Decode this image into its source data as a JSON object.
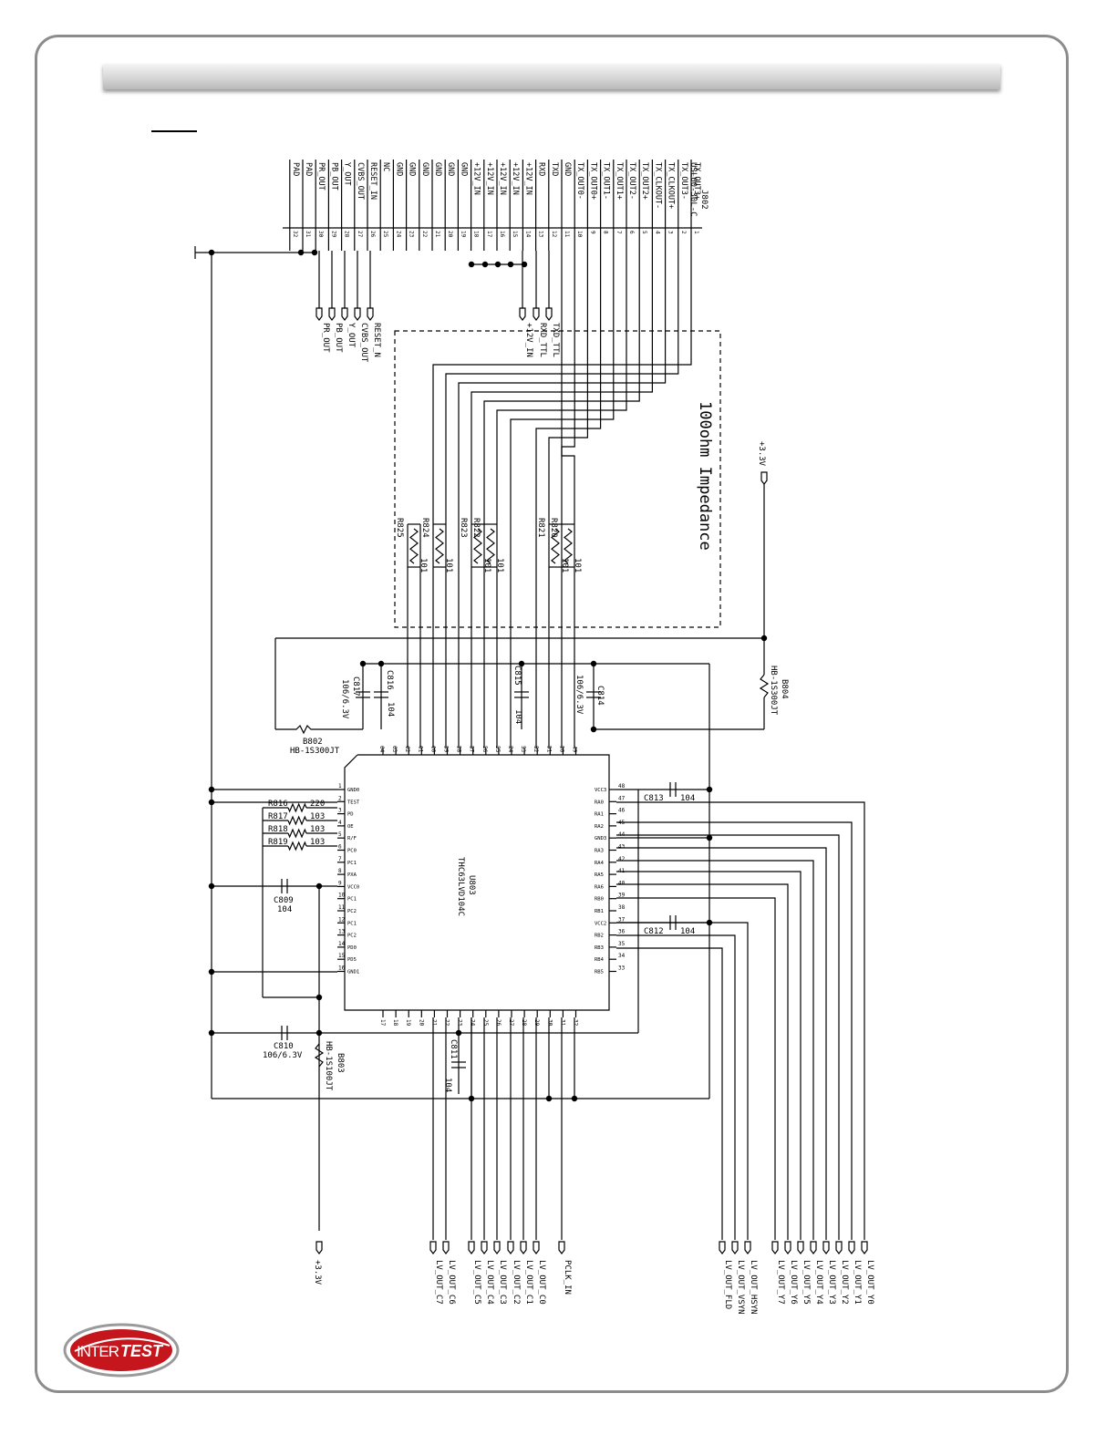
{
  "connector": {
    "ref": "J802",
    "part": "USL00-30L-C",
    "pins": [
      {
        "num": "1",
        "label": "TX_OUT3+"
      },
      {
        "num": "2",
        "label": "TX_OUT3-"
      },
      {
        "num": "3",
        "label": "TX_CLKOUT+"
      },
      {
        "num": "4",
        "label": "TX_CLKOUT-"
      },
      {
        "num": "5",
        "label": "TX_OUT2+"
      },
      {
        "num": "6",
        "label": "TX_OUT2-"
      },
      {
        "num": "7",
        "label": "TX_OUT1+"
      },
      {
        "num": "8",
        "label": "TX_OUT1-"
      },
      {
        "num": "9",
        "label": "TX_OUT0+"
      },
      {
        "num": "10",
        "label": "TX_OUT0-"
      },
      {
        "num": "11",
        "label": "GND"
      },
      {
        "num": "12",
        "label": "TXD"
      },
      {
        "num": "13",
        "label": "RXD"
      },
      {
        "num": "14",
        "label": "+12V_IN"
      },
      {
        "num": "15",
        "label": "+12V_IN"
      },
      {
        "num": "16",
        "label": "+12V_IN"
      },
      {
        "num": "17",
        "label": "+12V_IN"
      },
      {
        "num": "18",
        "label": "+12V_IN"
      },
      {
        "num": "19",
        "label": "GND"
      },
      {
        "num": "20",
        "label": "GND"
      },
      {
        "num": "21",
        "label": "GND"
      },
      {
        "num": "22",
        "label": "GND"
      },
      {
        "num": "23",
        "label": "GND"
      },
      {
        "num": "24",
        "label": "GND"
      },
      {
        "num": "25",
        "label": "NC"
      },
      {
        "num": "26",
        "label": "RESET_IN"
      },
      {
        "num": "27",
        "label": "CVBS_OUT"
      },
      {
        "num": "28",
        "label": "Y_OUT"
      },
      {
        "num": "29",
        "label": "PB_OUT"
      },
      {
        "num": "30",
        "label": "PR_OUT"
      },
      {
        "num": "31",
        "label": "PAD"
      },
      {
        "num": "32",
        "label": "PAD"
      }
    ]
  },
  "top_ports": [
    "PR_OUT",
    "PB_OUT",
    "Y_OUT",
    "CVBS_OUT",
    "RESET_N",
    "+12V_IN",
    "RXD_TTL",
    "TXD_TTL"
  ],
  "impedance_note": "100ohm Impedance",
  "power_label": "+3.3V",
  "resistors_top": [
    {
      "ref": "R820",
      "value": "101"
    },
    {
      "ref": "R821",
      "value": "101"
    },
    {
      "ref": "R822",
      "value": "101"
    },
    {
      "ref": "R823",
      "value": "101"
    },
    {
      "ref": "R824",
      "value": "101"
    },
    {
      "ref": "R825",
      "value": "101"
    }
  ],
  "beads": [
    {
      "ref": "B804",
      "part": "HB-1S300JT"
    },
    {
      "ref": "B802",
      "part": "HB-1S300JT"
    },
    {
      "ref": "B803",
      "part": "HB-1S100JT"
    }
  ],
  "caps": [
    {
      "ref": "C817",
      "value": "106/6.3V"
    },
    {
      "ref": "C816",
      "value": "104"
    },
    {
      "ref": "C815",
      "value": "104"
    },
    {
      "ref": "C814",
      "value": "106/6.3V"
    },
    {
      "ref": "C813",
      "value": "104"
    },
    {
      "ref": "C812",
      "value": "104"
    },
    {
      "ref": "C809",
      "value": "104"
    },
    {
      "ref": "C810",
      "value": "106/6.3V"
    },
    {
      "ref": "C811",
      "value": "104"
    }
  ],
  "resistors_left": [
    {
      "ref": "R816",
      "value": "220"
    },
    {
      "ref": "R817",
      "value": "103"
    },
    {
      "ref": "R818",
      "value": "103"
    },
    {
      "ref": "R819",
      "value": "103"
    }
  ],
  "ic": {
    "ref": "U803",
    "part": "THC63LVD104C",
    "left_pins": [
      {
        "num": "1",
        "name": "GND0"
      },
      {
        "num": "2",
        "name": "TEST"
      },
      {
        "num": "3",
        "name": "PD"
      },
      {
        "num": "4",
        "name": "OE"
      },
      {
        "num": "5",
        "name": "R/F"
      },
      {
        "num": "6",
        "name": "PC0"
      },
      {
        "num": "7",
        "name": "PC1"
      },
      {
        "num": "8",
        "name": "PXA"
      },
      {
        "num": "9",
        "name": "VCC0"
      },
      {
        "num": "10",
        "name": "PC1"
      },
      {
        "num": "11",
        "name": "PC2"
      },
      {
        "num": "12",
        "name": "PC1"
      },
      {
        "num": "13",
        "name": "PC2"
      },
      {
        "num": "14",
        "name": "PD0"
      },
      {
        "num": "15",
        "name": "PD5"
      },
      {
        "num": "16",
        "name": "GND1"
      }
    ],
    "right_pins": [
      {
        "num": "48",
        "name": "VCC3"
      },
      {
        "num": "47",
        "name": "RA0"
      },
      {
        "num": "46",
        "name": "RA1"
      },
      {
        "num": "45",
        "name": "RA2"
      },
      {
        "num": "44",
        "name": "GND3"
      },
      {
        "num": "43",
        "name": "RA3"
      },
      {
        "num": "42",
        "name": "RA4"
      },
      {
        "num": "41",
        "name": "RA5"
      },
      {
        "num": "40",
        "name": "RA6"
      },
      {
        "num": "39",
        "name": "RB0"
      },
      {
        "num": "38",
        "name": "RB1"
      },
      {
        "num": "37",
        "name": "VCC2"
      },
      {
        "num": "36",
        "name": "RB2"
      },
      {
        "num": "35",
        "name": "RB3"
      },
      {
        "num": "34",
        "name": "RB4"
      },
      {
        "num": "33",
        "name": "RB5"
      }
    ],
    "top_pins": [
      "64",
      "63",
      "62",
      "61",
      "60",
      "59",
      "58",
      "57",
      "56",
      "55",
      "54",
      "53",
      "52",
      "51",
      "50",
      "49"
    ],
    "bottom_pins": [
      "17",
      "18",
      "19",
      "20",
      "21",
      "22",
      "23",
      "24",
      "25",
      "26",
      "27",
      "28",
      "29",
      "30",
      "31",
      "32"
    ]
  },
  "bottom_ports_left": [
    "LV_OUT_C7",
    "LV_OUT_C6",
    "LV_OUT_C5",
    "LV_OUT_C4",
    "LV_OUT_C3",
    "LV_OUT_C2",
    "LV_OUT_C1",
    "LV_OUT_C0",
    "PCLK_IN"
  ],
  "bottom_ports_right": [
    "LV_OUT_FLD",
    "LV_OUT_VSYN",
    "LV_OUT_HSYN",
    "LV_OUT_Y7",
    "LV_OUT_Y6",
    "LV_OUT_Y5",
    "LV_OUT_Y4",
    "LV_OUT_Y3",
    "LV_OUT_Y2",
    "LV_OUT_Y1",
    "LV_OUT_Y0"
  ],
  "logo_text": {
    "inter": "INTER",
    "test": "TEST"
  }
}
